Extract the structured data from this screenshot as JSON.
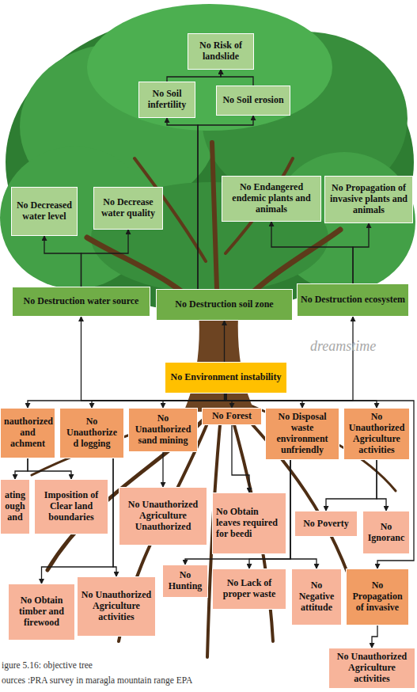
{
  "diagram": {
    "caption": "igure 5.16: objective tree",
    "nodes": [
      {
        "text": [
          "No Risk of landslide"
        ]
      },
      {
        "text": [
          "No Soil infertility"
        ]
      },
      {
        "text": [
          "No Soil erosion"
        ]
      },
      {
        "text": [
          "No Decreased water level"
        ]
      },
      {
        "text": [
          "No Decrease water quality"
        ]
      },
      {
        "text": [
          "No Endangered endemic plants and animals"
        ]
      },
      {
        "text": [
          "No Propagation of invasive plants and animals"
        ]
      },
      {
        "text": [
          "No Destruction water source"
        ]
      },
      {
        "text": [
          "No Destruction soil zone"
        ]
      },
      {
        "text": [
          "No Destruction ecosystem"
        ]
      },
      {
        "text": [
          "No Environment instability"
        ]
      },
      {
        "text": [
          "nauthorized and achment"
        ]
      },
      {
        "text": [
          "No Unauthorize d logging"
        ]
      },
      {
        "text": [
          "No Unauthorized sand mining"
        ]
      },
      {
        "text": [
          "No Forest"
        ]
      },
      {
        "text": [
          "No Disposal waste environment unfriendly"
        ]
      },
      {
        "text": [
          "No Unauthorized Agriculture activities"
        ]
      },
      {
        "text": [
          "ating ough and"
        ]
      },
      {
        "text": [
          "Imposition of Clear land boundaries"
        ]
      },
      {
        "text": [
          "No Unauthorized Agriculture Unauthorized"
        ]
      },
      {
        "text": [
          "No Obtain leaves required for beedi"
        ]
      },
      {
        "text": [
          "No Poverty"
        ]
      },
      {
        "text": [
          "No Ignoranc"
        ]
      },
      {
        "text": [
          "No Obtain timber and firewood"
        ]
      },
      {
        "text": [
          "No Unauthorized Agriculture activities"
        ]
      },
      {
        "text": [
          "No Hunting"
        ]
      },
      {
        "text": [
          "No Lack of proper waste"
        ]
      },
      {
        "text": [
          "No Negative attitude"
        ]
      },
      {
        "text": [
          "No Propagation of invasive"
        ]
      },
      {
        "text": [
          "No Unauthorized Agriculture activities"
        ]
      }
    ],
    "edges": [
      {
        "from": 1,
        "to": 0,
        "arrow": "to"
      },
      {
        "from": 2,
        "to": 0,
        "arrow": "to"
      },
      {
        "from": 8,
        "to": 1,
        "arrow": "to"
      },
      {
        "from": 8,
        "to": 2,
        "arrow": "to"
      },
      {
        "from": 7,
        "to": 3,
        "arrow": "to"
      },
      {
        "from": 7,
        "to": 4,
        "arrow": "to"
      },
      {
        "from": 9,
        "to": 5,
        "arrow": "to"
      },
      {
        "from": 9,
        "to": 6,
        "arrow": "to"
      },
      {
        "from": 10,
        "to": 7,
        "arrow": "to"
      },
      {
        "from": 10,
        "to": 8,
        "arrow": "to"
      },
      {
        "from": 10,
        "to": 9,
        "arrow": "to"
      },
      {
        "from": 10,
        "to": 11,
        "arrow": "to"
      },
      {
        "from": 10,
        "to": 12,
        "arrow": "to"
      },
      {
        "from": 10,
        "to": 13,
        "arrow": "to"
      },
      {
        "from": 10,
        "to": 14,
        "arrow": "to"
      },
      {
        "from": 10,
        "to": 15,
        "arrow": "to"
      },
      {
        "from": 10,
        "to": 16,
        "arrow": "to"
      },
      {
        "from": 10,
        "to": 28,
        "arrow": "to"
      },
      {
        "from": 11,
        "to": 17,
        "arrow": "to"
      },
      {
        "from": 11,
        "to": 18,
        "arrow": "to"
      },
      {
        "from": 12,
        "to": 23,
        "arrow": "to"
      },
      {
        "from": 12,
        "to": 24,
        "arrow": "to"
      },
      {
        "from": 13,
        "to": 19,
        "arrow": "to"
      },
      {
        "from": 14,
        "to": 20,
        "arrow": "to"
      },
      {
        "from": 15,
        "to": 25,
        "arrow": "to"
      },
      {
        "from": 15,
        "to": 26,
        "arrow": "to"
      },
      {
        "from": 15,
        "to": 27,
        "arrow": "to"
      },
      {
        "from": 16,
        "to": 21,
        "arrow": "to"
      },
      {
        "from": 16,
        "to": 22,
        "arrow": "to"
      },
      {
        "from": 28,
        "to": 29,
        "arrow": "to"
      }
    ],
    "labels": [
      "dreamstime",
      "ources :PRA survey in maragla mountain range EPA"
    ]
  }
}
